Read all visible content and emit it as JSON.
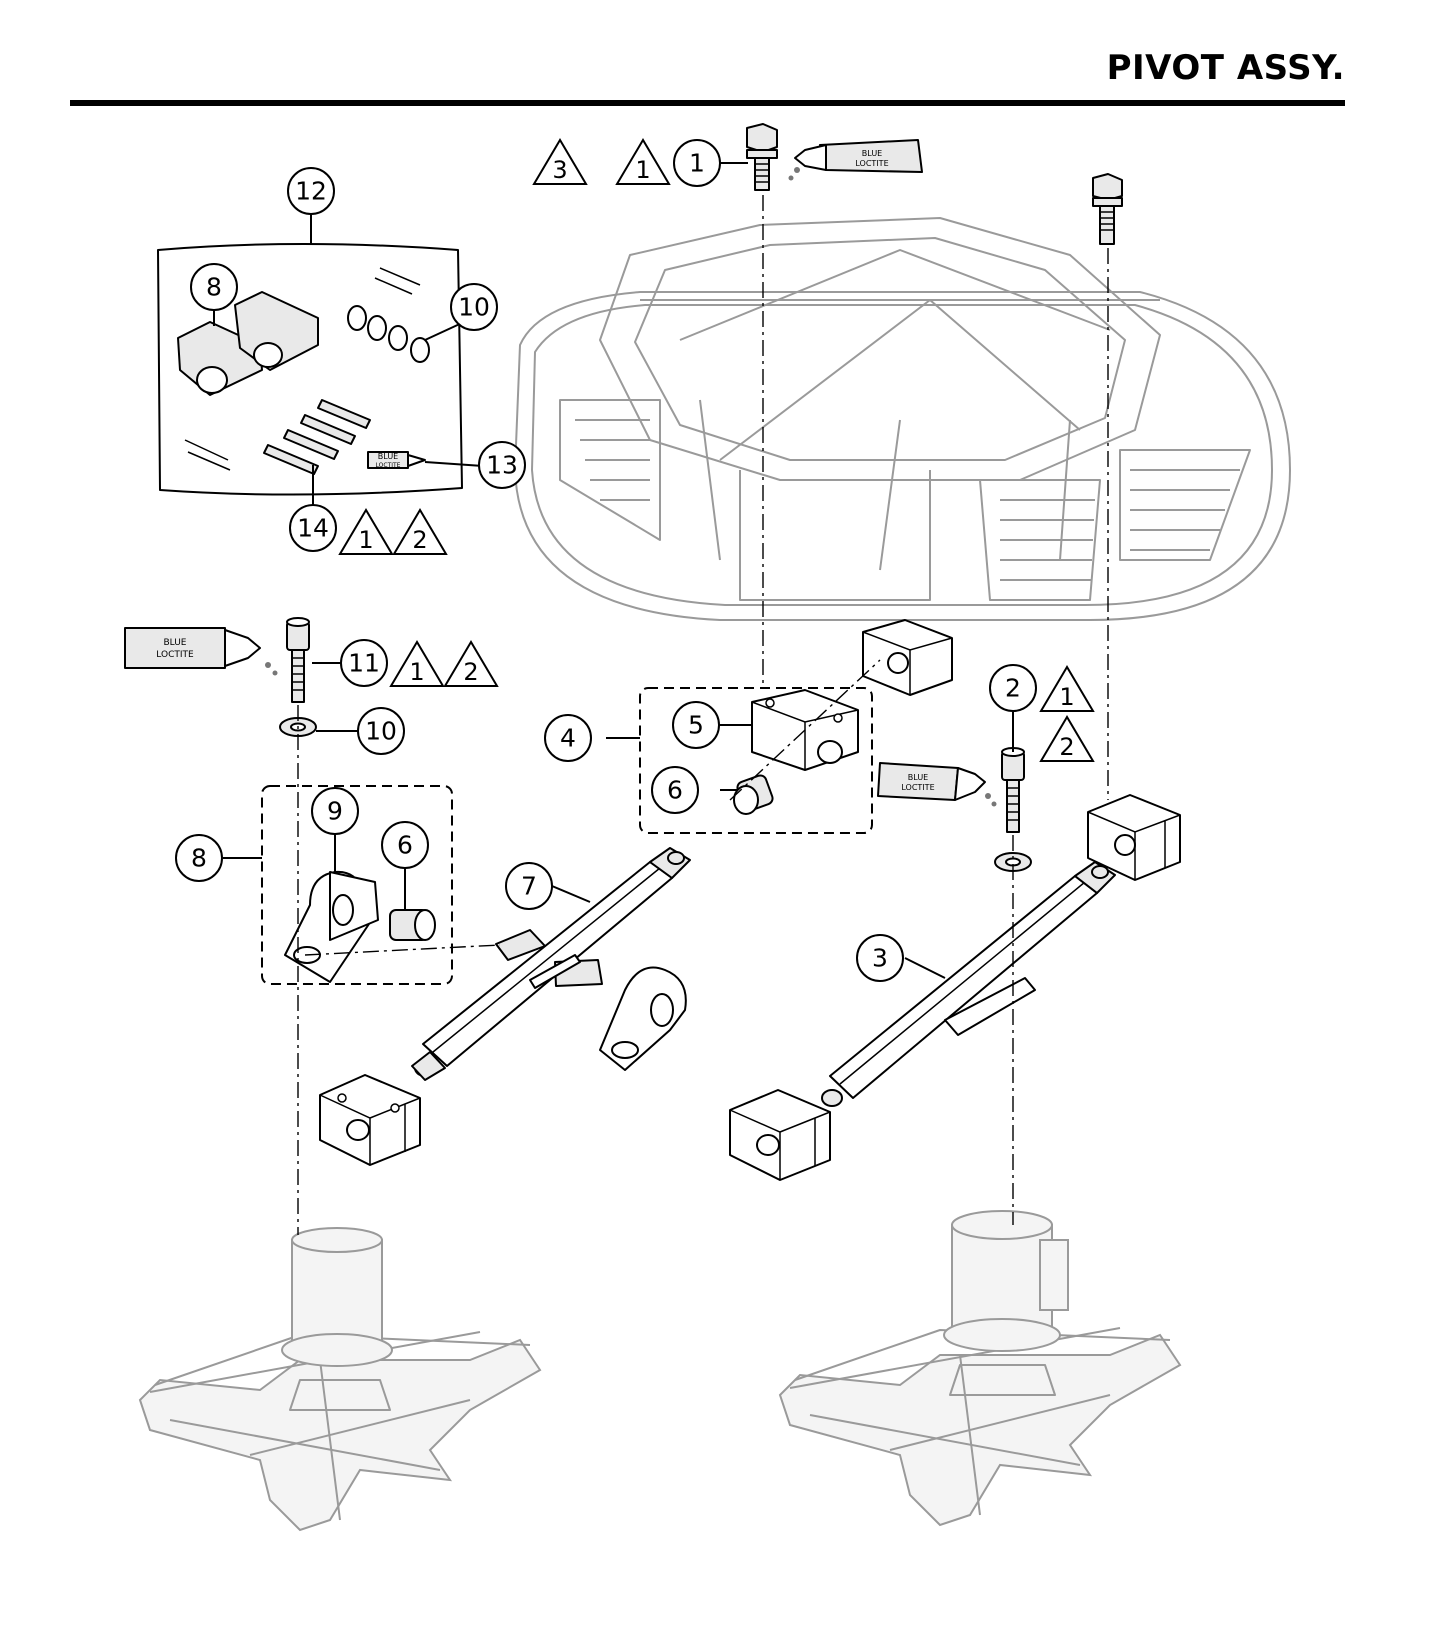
{
  "header": {
    "title": "PIVOT ASSY."
  },
  "callouts": {
    "c1": "1",
    "c2": "2",
    "c3": "3",
    "c4": "4",
    "c5": "5",
    "c6a": "6",
    "c6b": "6",
    "c7": "7",
    "c8a": "8",
    "c8b": "8",
    "c9": "9",
    "c10a": "10",
    "c10b": "10",
    "c11": "11",
    "c12": "12",
    "c13": "13",
    "c14": "14"
  },
  "warnings": {
    "w3": "3",
    "w1a": "1",
    "w1b": "1",
    "w2b": "2",
    "w1c": "1",
    "w2c": "2",
    "w1d": "1",
    "w2d": "2"
  },
  "loctite_tubes": {
    "label_line1": "BLUE",
    "label_line2": "LOCTITE"
  },
  "colors": {
    "ink": "#000000",
    "ghost": "#9a9a9a",
    "paper": "#ffffff"
  }
}
